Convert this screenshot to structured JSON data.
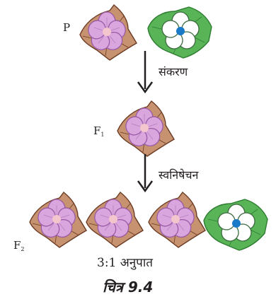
{
  "labels": {
    "parent": "P",
    "f1": "F",
    "f1_sub": "1",
    "f2": "F",
    "f2_sub": "2"
  },
  "steps": {
    "cross": "संकरण",
    "selfing": "स्वनिषेचन"
  },
  "ratio": "3:1 अनुपात",
  "caption": "चित्र 9.4",
  "colors": {
    "purple_petal": "#d9a6de",
    "purple_edge": "#9a5ba6",
    "purple_center": "#f2c6cc",
    "brown_leaf": "#c69270",
    "brown_edge": "#6b3a22",
    "white_petal": "#ffffff",
    "white_edge": "#3b6b3f",
    "blue_center": "#1a7ac7",
    "green_leaf": "#59b457",
    "green_edge": "#2e7d32",
    "arrow": "#231f20"
  }
}
